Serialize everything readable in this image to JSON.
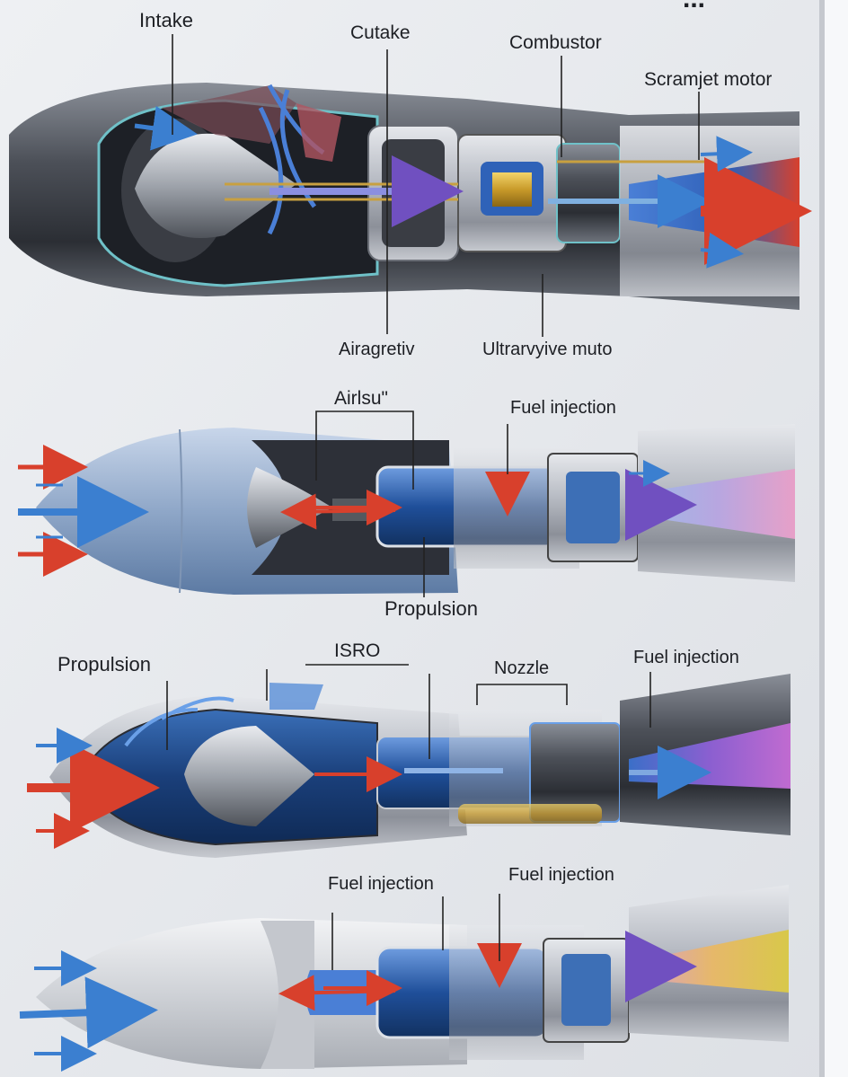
{
  "poster": {
    "title_fragment": "..."
  },
  "panel1": {
    "labels": {
      "intake": "Intake",
      "cutake": "Cutake",
      "combustor": "Combustor",
      "scramjet_motor": "Scramjet motor",
      "airagretiv": "Airagretiv",
      "ultrarvyive_muto": "Ultrarvyive muto"
    }
  },
  "panel2": {
    "labels": {
      "airlsu": "Airlsu\"",
      "fuel_injection": "Fuel injection",
      "propulsion": "Propulsion"
    }
  },
  "panel3": {
    "labels": {
      "propulsion": "Propulsion",
      "isro": "ISRO",
      "nozzle": "Nozzle",
      "fuel_injection": "Fuel injection"
    }
  },
  "panel4": {
    "labels": {
      "fuel_injection_left": "Fuel injection",
      "fuel_injection_right": "Fuel injection"
    }
  },
  "colors": {
    "background": "#e9ebee",
    "metal_dark": "#4a4d55",
    "metal_light": "#c9ccd2",
    "flow_blue": "#3b7fd0",
    "flow_red": "#d8402c",
    "flame_purple": "#8b5fd0",
    "chamber_blue": "#1f4f9a"
  }
}
